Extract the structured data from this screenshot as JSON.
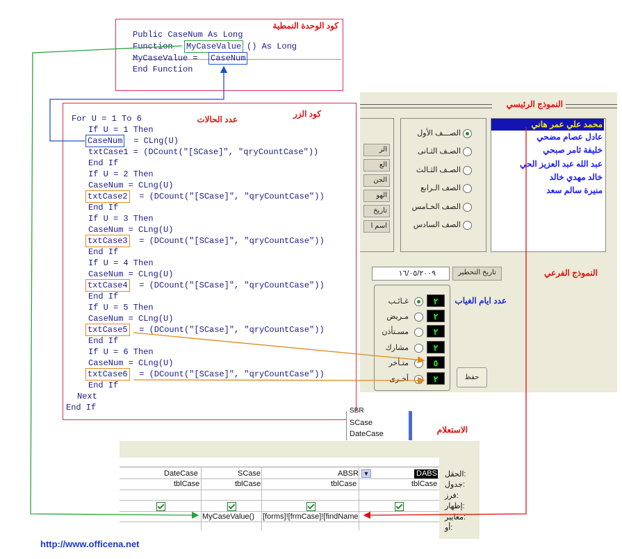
{
  "module_box": {
    "title": "كود الوحدة النمطية",
    "lines": [
      "Public CaseNum As Long",
      "Function ",
      "MyCaseValue",
      "() As Long",
      "MyCaseValue = ",
      "CaseNum",
      "End Function"
    ]
  },
  "button_box": {
    "title": "كود الزر",
    "subtitle": "عدد الحالات",
    "lines": [
      "For U = 1 To 6",
      "If U = 1 Then",
      "CaseNum",
      " = CLng(U)",
      "txtCase1 = (DCount(\"[SCase]\", \"qryCountCase\"))",
      "End If",
      "If U = 2 Then",
      "CaseNum = CLng(U)",
      "txtCase2",
      " = (DCount(\"[SCase]\", \"qryCountCase\"))",
      "End If",
      "If U = 3 Then",
      "CaseNum = CLng(U)",
      "txtCase3",
      "End If",
      "If U = 4 Then",
      "CaseNum = CLng(U)",
      "txtCase4",
      "End If",
      "If U = 5 Then",
      "CaseNum = CLng(U)",
      "txtCase5",
      "End If",
      "If U = 6 Then",
      "CaseNum = CLng(U)",
      "txtCase6",
      "End If",
      "Next",
      "End If"
    ]
  },
  "main_form": {
    "title": "النموذج الرئيسي",
    "grades": [
      "الصـــف الأول",
      "الصـف الثـانى",
      "الصـف الثـالث",
      "الصف الـرابع",
      "الصف الخـامس",
      "الصف السادس"
    ],
    "students": [
      "محمد علي عمر هاني",
      "عادل عصام مضحي",
      "خليفة ثامر صبحي",
      "عبد الله عبد العزيز الحي",
      "خالد مهدي خالد",
      "منيرة سالم سعد"
    ],
    "side_buttons": [
      "الر",
      "الع",
      "الجن",
      "الهو",
      "تاريخ",
      "اسم ا"
    ]
  },
  "sub_form": {
    "title": "النموذج الفرعي",
    "date_value": "١٦/٠٥/٢٠٠٩",
    "date_label": "تاريخ التحطير",
    "absence_label": "عدد ايام الغياب",
    "cases": [
      {
        "label": "غـائـب",
        "count": "٢"
      },
      {
        "label": "مـريض",
        "count": "٢"
      },
      {
        "label": "مسـتأذن",
        "count": "٢"
      },
      {
        "label": "مشارك",
        "count": "٢"
      },
      {
        "label": "متـأخر",
        "count": "٥"
      },
      {
        "label": "أخـرى",
        "count": "٢"
      }
    ],
    "save_button": "حفظ"
  },
  "query": {
    "title": "الاستعلام",
    "fields_list": [
      "SBR",
      "SCase",
      "DateCase"
    ],
    "row_labels": [
      "الحقل:",
      "جدول:",
      "فرز:",
      "إظهار:",
      "معايير:",
      "أو:"
    ],
    "columns": [
      {
        "field": "DABS",
        "table": "tblCase",
        "criteria": "[forms]![frmCase]![findName"
      },
      {
        "field": "ABSR",
        "table": "tblCase",
        "criteria": ""
      },
      {
        "field": "SCase",
        "table": "tblCase",
        "criteria": "MyCaseValue()"
      },
      {
        "field": "DateCase",
        "table": "tblCase",
        "criteria": ""
      }
    ]
  },
  "footer": {
    "url": "http://www.officena.net"
  },
  "colors": {
    "red": "#e01010",
    "green": "#2aa33a",
    "blue": "#1f4fd6",
    "orange": "#e08a1e"
  }
}
